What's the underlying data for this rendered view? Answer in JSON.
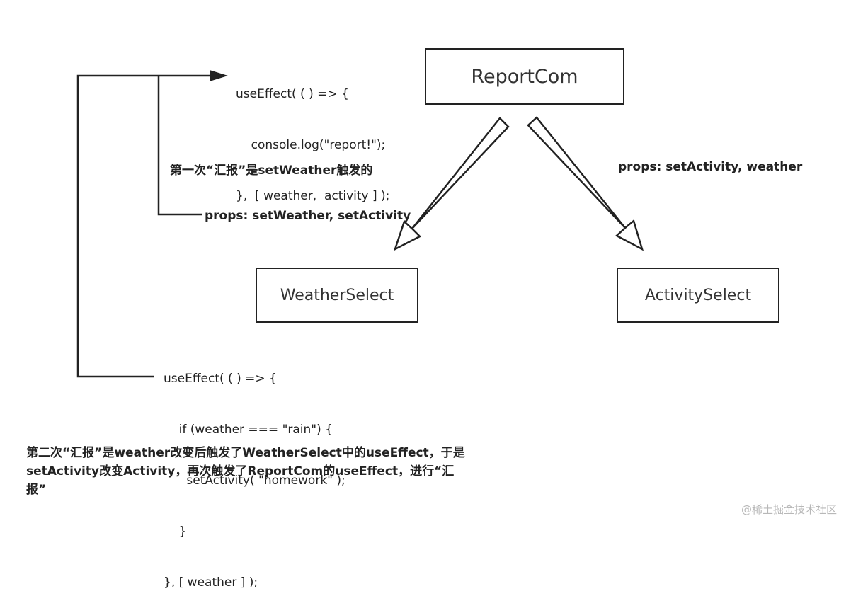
{
  "nodes": {
    "report": "ReportCom",
    "weather": "WeatherSelect",
    "activity": "ActivitySelect"
  },
  "code_top": [
    "useEffect( ( ) => {",
    "    console.log(\"report!\");",
    "},  [ weather,  activity ] );"
  ],
  "code_bottom": [
    "useEffect( ( ) => {",
    "    if (weather === \"rain\") {",
    "      setActivity( \"homework\" );",
    "    }",
    "}, [ weather ] );"
  ],
  "labels": {
    "first_report": "第一次“汇报”是setWeather触发的",
    "props_weather": "props: setWeather, setActivity",
    "props_activity": "props: setActivity, weather"
  },
  "note_lines": [
    "第二次“汇报”是weather改变后触发了WeatherSelect中的useEffect，于是",
    "setActivity改变Activity，再次触发了ReportCom的useEffect，进行“汇",
    "报”"
  ],
  "watermark": "@稀土掘金技术社区"
}
